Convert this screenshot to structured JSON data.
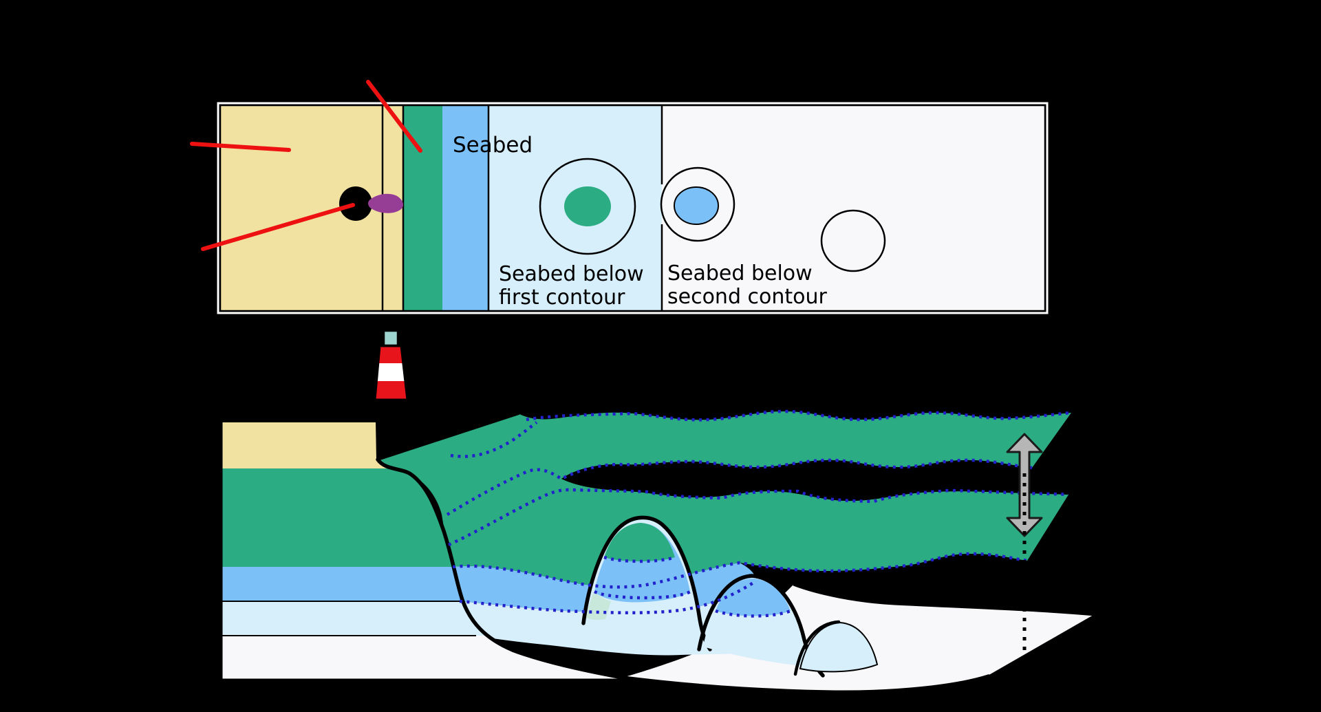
{
  "colors": {
    "background": "#000000",
    "panel_border": "#FFFFFF",
    "outline": "#000000",
    "land": "#F2E2A2",
    "intertidal": "#2BAC82",
    "shallow": "#7CC0F8",
    "mid_depth": "#D7EEFB",
    "deep": "#F8F8FA",
    "contour_dot": "#2222CC",
    "pointer": "#EE1111",
    "light_flare": "#963D96",
    "lighthouse_red": "#E8141B",
    "lighthouse_lantern": "#9FD5D1",
    "arrow_fill": "#B6B6B6",
    "hill_shade": "#C8E8DB"
  },
  "map_panel": {
    "labels": {
      "seabed": "Seabed",
      "below_first": [
        "Seabed below",
        "first contour"
      ],
      "below_second": [
        "Seabed below",
        "second contour"
      ]
    }
  }
}
